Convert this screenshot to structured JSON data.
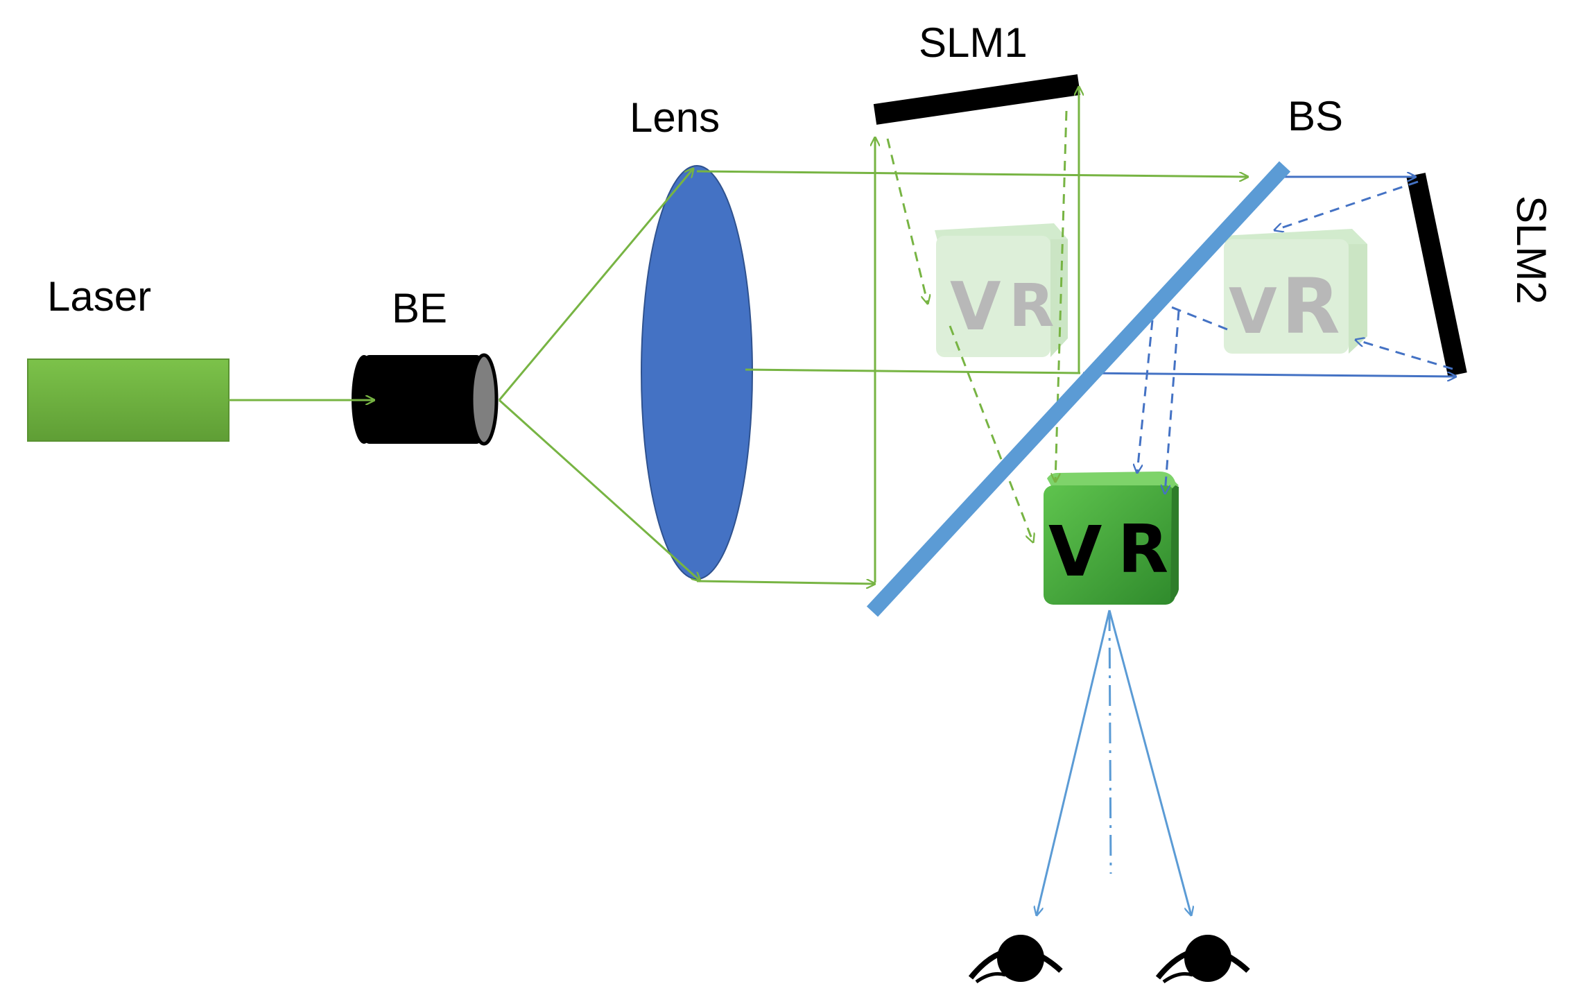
{
  "labels": {
    "laser": "Laser",
    "be": "BE",
    "lens": "Lens",
    "slm1": "SLM1",
    "bs": "BS",
    "slm2": "SLM2"
  },
  "cube_text": {
    "left_letter": "V",
    "right_letter": "R"
  },
  "icons": [
    "eye-icon",
    "eye-icon"
  ],
  "colors": {
    "beam_green": "#77b443",
    "beam_blue": "#4472c4",
    "view_blue": "#5b9bd5",
    "laser_body": "#6aad3b",
    "lens_fill": "#4472c4",
    "beam_splitter": "#5b9bd5",
    "slm": "#000000",
    "cube_main": "#3da13a",
    "cube_ghost": "#c8e6c0"
  }
}
